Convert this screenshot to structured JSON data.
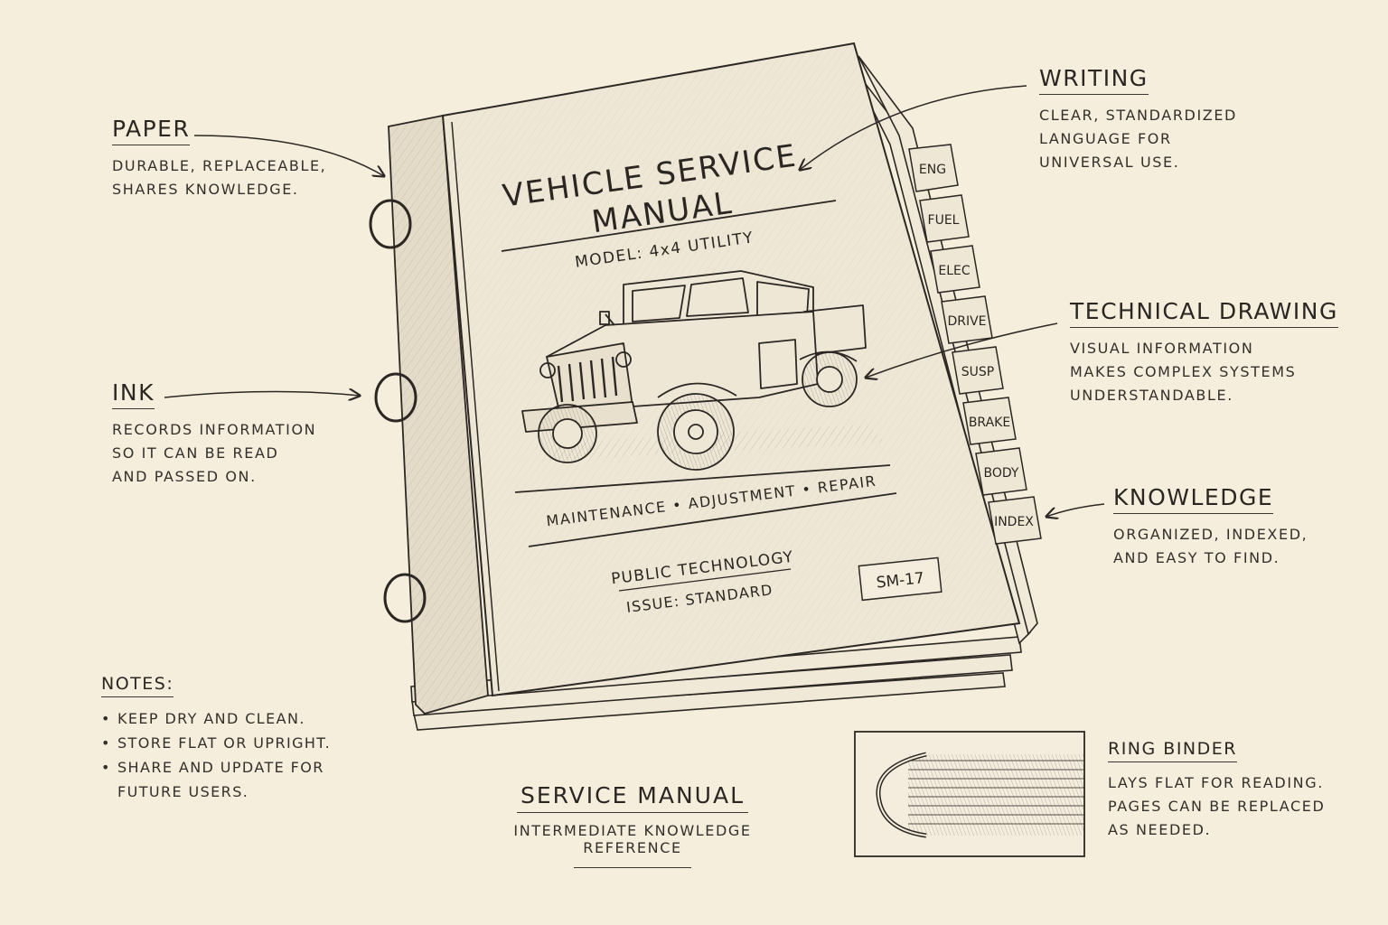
{
  "cover": {
    "title_line1": "VEHICLE SERVICE",
    "title_line2": "MANUAL",
    "model": "MODEL: 4x4 UTILITY",
    "tagline": "MAINTENANCE • ADJUSTMENT • REPAIR",
    "publisher": "PUBLIC TECHNOLOGY",
    "issue": "ISSUE: STANDARD",
    "code": "SM-17"
  },
  "tabs": [
    "ENG",
    "FUEL",
    "ELEC",
    "DRIVE",
    "SUSP",
    "BRAKE",
    "BODY",
    "INDEX"
  ],
  "annotations": {
    "paper": {
      "title": "PAPER",
      "lines": [
        "DURABLE, REPLACEABLE,",
        "SHARES KNOWLEDGE."
      ]
    },
    "ink": {
      "title": "INK",
      "lines": [
        "RECORDS INFORMATION",
        "SO IT CAN BE READ",
        "AND PASSED ON."
      ]
    },
    "writing": {
      "title": "WRITING",
      "lines": [
        "CLEAR, STANDARDIZED",
        "LANGUAGE FOR",
        "UNIVERSAL USE."
      ]
    },
    "technical_drawing": {
      "title": "TECHNICAL DRAWING",
      "lines": [
        "VISUAL INFORMATION",
        "MAKES COMPLEX SYSTEMS",
        "UNDERSTANDABLE."
      ]
    },
    "knowledge": {
      "title": "KNOWLEDGE",
      "lines": [
        "ORGANIZED, INDEXED,",
        "AND EASY TO FIND."
      ]
    },
    "ring_binder": {
      "title": "RING BINDER",
      "lines": [
        "LAYS FLAT FOR READING.",
        "PAGES CAN BE REPLACED",
        "AS NEEDED."
      ]
    }
  },
  "notes": {
    "title": "NOTES:",
    "items": [
      "KEEP DRY AND CLEAN.",
      "STORE FLAT OR UPRIGHT.",
      "SHARE AND UPDATE FOR"
    ],
    "continuation": "FUTURE USERS."
  },
  "caption": {
    "title": "SERVICE MANUAL",
    "subtitle": "INTERMEDIATE KNOWLEDGE REFERENCE"
  },
  "colors": {
    "paper_bg": "#f6eedd",
    "ink": "#2b2824",
    "cover": "#efe7d6"
  }
}
